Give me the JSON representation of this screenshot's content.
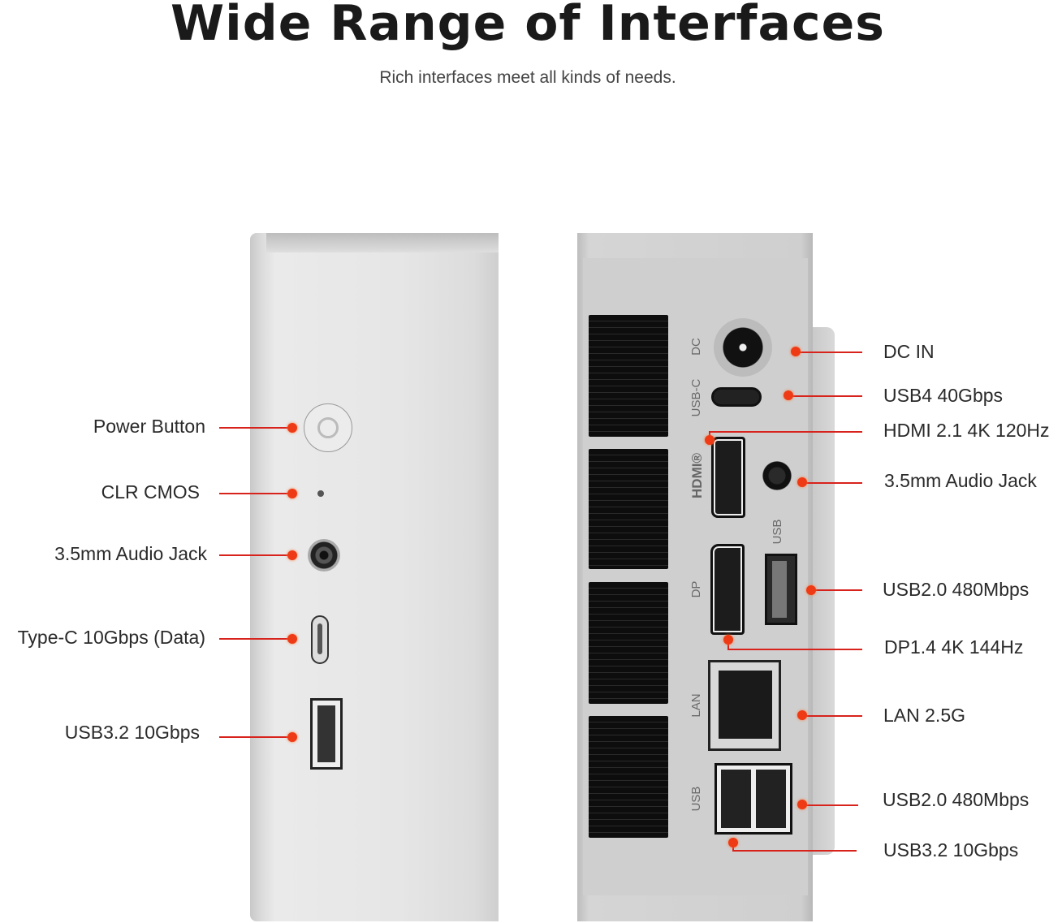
{
  "header": {
    "title": "Wide Range of Interfaces",
    "subtitle": "Rich interfaces meet all kinds of needs."
  },
  "left_panel": {
    "labels": [
      "Power Button",
      "CLR CMOS",
      "3.5mm Audio Jack",
      "Type-C 10Gbps (Data)",
      "USB3.2 10Gbps"
    ]
  },
  "right_panel": {
    "labels": [
      "DC IN",
      "USB4 40Gbps",
      "HDMI 2.1 4K 120Hz",
      "3.5mm Audio Jack",
      "USB2.0 480Mbps",
      "DP1.4 4K 144Hz",
      "LAN 2.5G",
      "USB2.0 480Mbps",
      "USB3.2 10Gbps"
    ],
    "port_prints": [
      "DC",
      "USB-C",
      "HDMI®",
      "USB",
      "DP",
      "LAN",
      "USB"
    ]
  },
  "colors": {
    "callout": "#d8231c",
    "dot": "#ee3b16"
  }
}
